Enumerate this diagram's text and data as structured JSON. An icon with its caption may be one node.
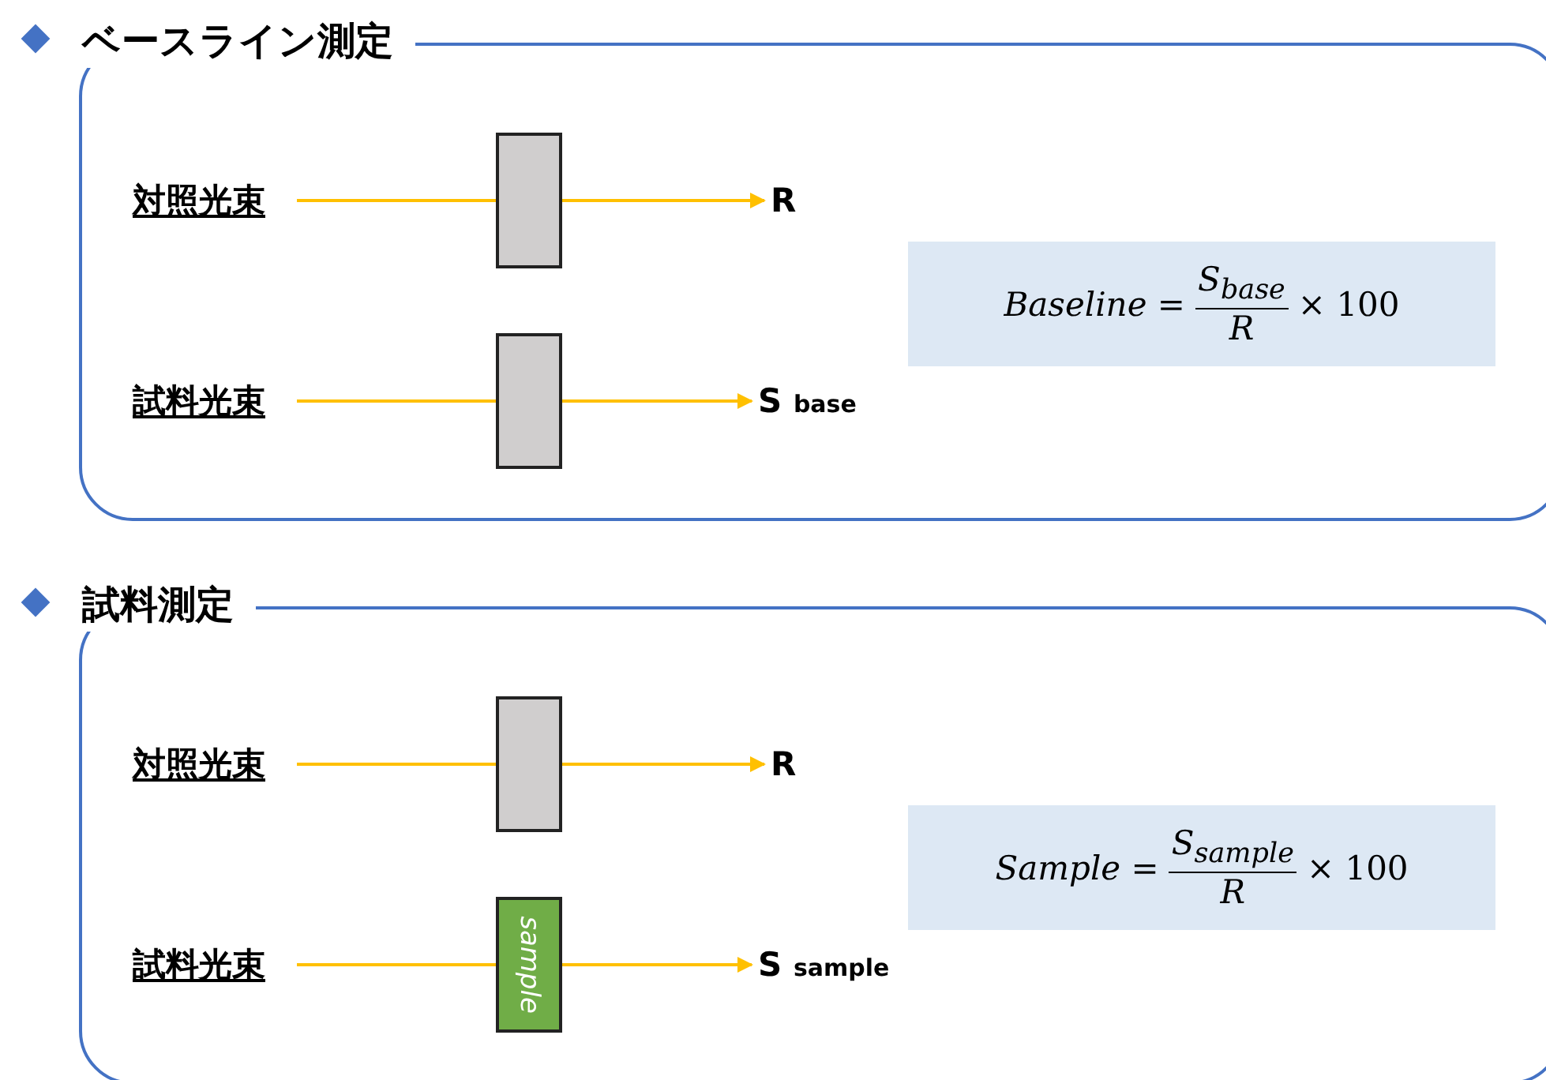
{
  "diagram": {
    "nodes": [
      {
        "text": [
          "ベースライン測定"
        ]
      },
      {
        "text": [
          "対照光束"
        ],
        "in": 0
      },
      {
        "text": [],
        "shape": "box",
        "in": 0
      },
      {
        "text": [
          "R"
        ],
        "in": 0
      },
      {
        "text": [
          "試料光束"
        ],
        "in": 0
      },
      {
        "text": [],
        "shape": "box",
        "in": 0
      },
      {
        "text": [
          "S $_{base}$"
        ],
        "in": 0
      },
      {
        "text": [
          "Baseline =",
          "S$_{base}$",
          "R",
          "× 100"
        ],
        "in": 0
      },
      {
        "text": [
          "試料測定"
        ]
      },
      {
        "text": [
          "対照光束"
        ],
        "in": 8
      },
      {
        "text": [],
        "shape": "box",
        "in": 8
      },
      {
        "text": [
          "R"
        ],
        "in": 8
      },
      {
        "text": [
          "試料光束"
        ],
        "in": 8
      },
      {
        "text": [
          "sample"
        ],
        "in": 8
      },
      {
        "text": [
          "S $_{sample}$"
        ],
        "in": 8
      },
      {
        "text": [
          "Sample =",
          "S$_{sample}$",
          "R",
          "× 100"
        ],
        "in": 8
      }
    ],
    "edges": [
      {
        "from": 1,
        "to": 2,
        "arrow": "none"
      },
      {
        "from": 2,
        "to": 3,
        "arrow": "to"
      },
      {
        "from": 4,
        "to": 5,
        "arrow": "none"
      },
      {
        "from": 5,
        "to": 6,
        "arrow": "to"
      },
      {
        "from": 9,
        "to": 10,
        "arrow": "none"
      },
      {
        "from": 10,
        "to": 11,
        "arrow": "to"
      },
      {
        "from": 12,
        "to": 13,
        "arrow": "none"
      },
      {
        "from": 13,
        "to": 14,
        "arrow": "to"
      }
    ]
  }
}
